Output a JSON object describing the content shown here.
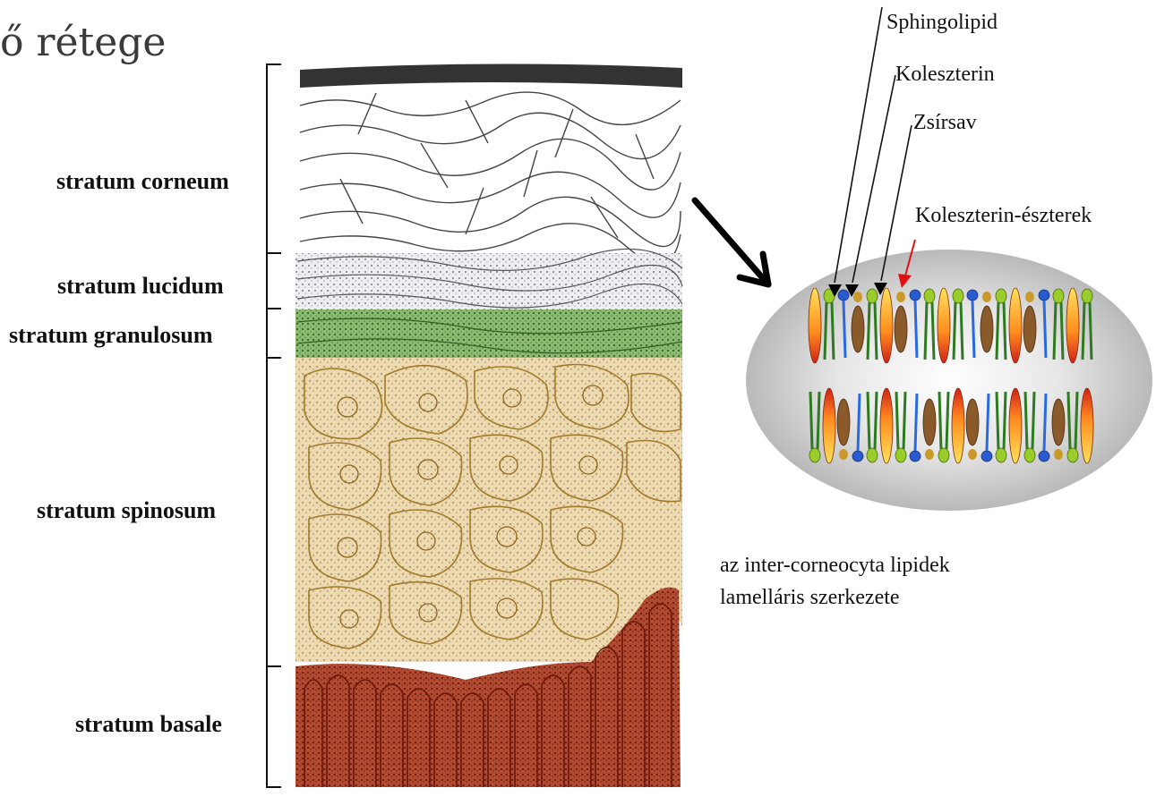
{
  "slide": {
    "title": "ő rétege"
  },
  "layers": [
    {
      "name": "stratum corneum",
      "color": "#ffffff"
    },
    {
      "name": "stratum lucidum",
      "color": "#e8e8f0"
    },
    {
      "name": "stratum granulosum",
      "color": "#6fa05a"
    },
    {
      "name": "stratum spinosum",
      "color": "#e9d6ae"
    },
    {
      "name": "stratum basale",
      "color": "#a0382a"
    }
  ],
  "lipid_diagram": {
    "labels": {
      "sphingolipid": "Sphingolipid",
      "koleszterin": "Koleszterin",
      "zsirsav": "Zsírsav",
      "koleszterin_eszterek": "Koleszterin-észterek"
    },
    "caption": {
      "line1": "az inter-corneocyta lipidek",
      "line2": "lamelláris szerkezete"
    }
  }
}
